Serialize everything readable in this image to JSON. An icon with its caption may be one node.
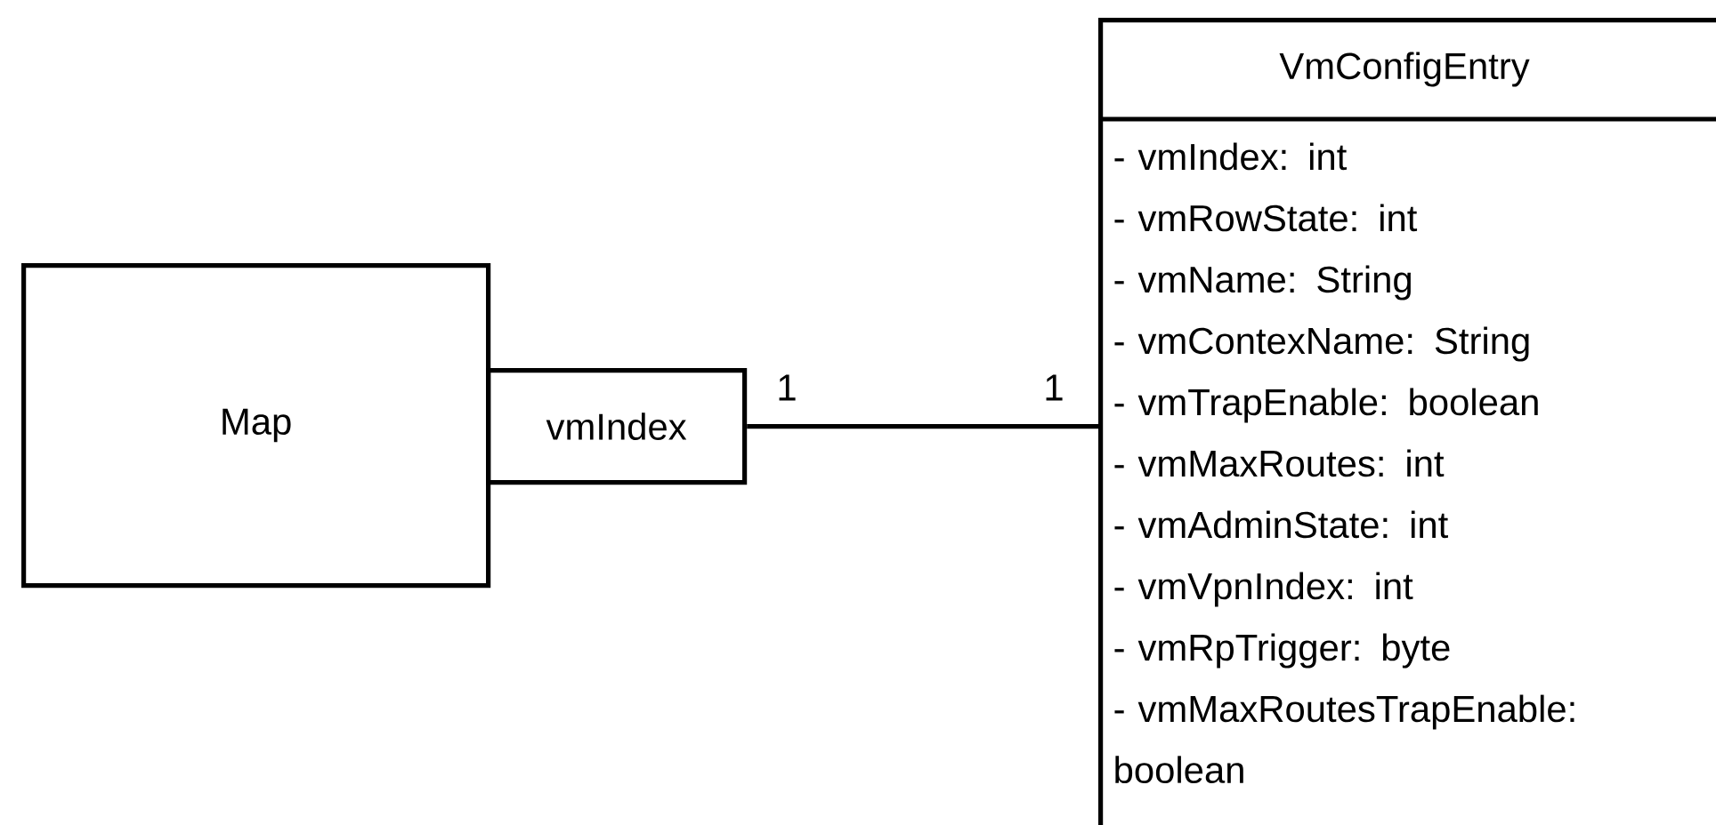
{
  "diagram": {
    "nodes": [
      {
        "text": [
          "Map"
        ]
      },
      {
        "text": [
          "vmIndex"
        ]
      },
      {
        "text": [
          "VmConfigEntry",
          "- vmIndex: int",
          "- vmRowState: int",
          "- vmName: String",
          "- vmContexName: String",
          "- vmTrapEnable: boolean",
          "- vmMaxRoutes: int",
          "- vmAdminState: int",
          "- vmVpnIndex: int",
          "- vmRpTrigger: byte",
          "- vmMaxRoutesTrapEnable: boolean"
        ]
      }
    ],
    "edges": [
      {
        "from": 1,
        "to": 2,
        "arrow": "none"
      }
    ],
    "labels": [
      "1",
      "1"
    ]
  }
}
